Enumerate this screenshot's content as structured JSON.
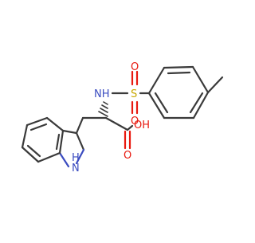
{
  "molecule": {
    "atom_labels": {
      "nh_amide": "NH",
      "sulfur": "S",
      "sulfonyl_o_top": "O",
      "sulfonyl_o_bottom": "O",
      "carboxyl_oh": "OH",
      "carboxyl_o": "O",
      "indole_h": "H",
      "indole_n": "N"
    },
    "colors": {
      "bond": "#3a3a3a",
      "nitrogen": "#3b4cc0",
      "oxygen": "#e8190f",
      "sulfur": "#c8a800",
      "carbon_text": "#3a3a3a"
    }
  }
}
